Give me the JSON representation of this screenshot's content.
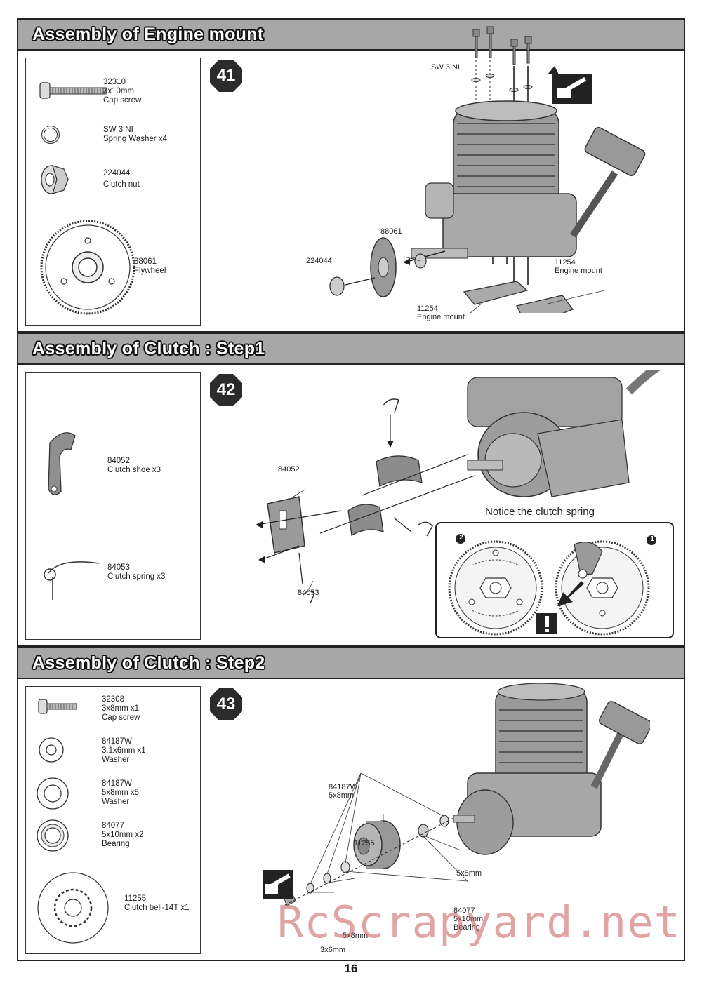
{
  "page_number": "16",
  "watermark": "RcScrapyard.net",
  "sections": [
    {
      "title": "Assembly of Engine mount",
      "step": "41",
      "parts": [
        {
          "code": "32310",
          "desc1": "3x10mm",
          "desc2": "Cap screw",
          "icon": "cap-screw-icon"
        },
        {
          "code": "SW 3 NI",
          "desc1": "Spring Washer x4",
          "desc2": "",
          "icon": "spring-washer-icon"
        },
        {
          "code": "224044",
          "desc1": "Clutch nut",
          "desc2": "",
          "icon": "clutch-nut-icon"
        },
        {
          "code": "88061",
          "desc1": "Flywheel",
          "desc2": "",
          "icon": "flywheel-icon"
        }
      ],
      "callouts": {
        "washer": "SW 3 NI",
        "flywheel": "88061",
        "nut": "224044",
        "mount_right_code": "11254",
        "mount_right_name": "Engine mount",
        "mount_left_code": "11254",
        "mount_left_name": "Engine mount"
      }
    },
    {
      "title": "Assembly of Clutch : Step1",
      "step": "42",
      "parts": [
        {
          "code": "84052",
          "desc1": "Clutch shoe x3",
          "desc2": "",
          "icon": "clutch-shoe-icon"
        },
        {
          "code": "84053",
          "desc1": "Clutch spring x3",
          "desc2": "",
          "icon": "clutch-spring-icon"
        }
      ],
      "callouts": {
        "shoe": "84052",
        "spring": "84053"
      },
      "notice": {
        "title": "Notice the clutch spring",
        "marker_left": "2",
        "marker_right": "1"
      }
    },
    {
      "title": "Assembly of Clutch : Step2",
      "step": "43",
      "parts": [
        {
          "code": "32308",
          "desc1": "3x8mm x1",
          "desc2": "Cap screw",
          "icon": "cap-screw-icon"
        },
        {
          "code": "84187W",
          "desc1": "3.1x6mm x1",
          "desc2": "Washer",
          "icon": "washer-small-icon"
        },
        {
          "code": "84187W",
          "desc1": "5x8mm x5",
          "desc2": "Washer",
          "icon": "washer-large-icon"
        },
        {
          "code": "84077",
          "desc1": "5x10mm x2",
          "desc2": "Bearing",
          "icon": "bearing-icon"
        },
        {
          "code": "11255",
          "desc1": "Clutch bell-14T x1",
          "desc2": "",
          "icon": "clutch-bell-icon"
        }
      ],
      "callouts": {
        "washer_code": "84187W",
        "washer_size": "5x8mm",
        "bell": "11255",
        "washer_right": "5x8mm",
        "bearing_code": "84077",
        "bearing_size": "5x10mm",
        "bearing_name": "Bearing",
        "washer_bottom": "5x8mm",
        "screw_size": "3x6mm"
      }
    }
  ]
}
